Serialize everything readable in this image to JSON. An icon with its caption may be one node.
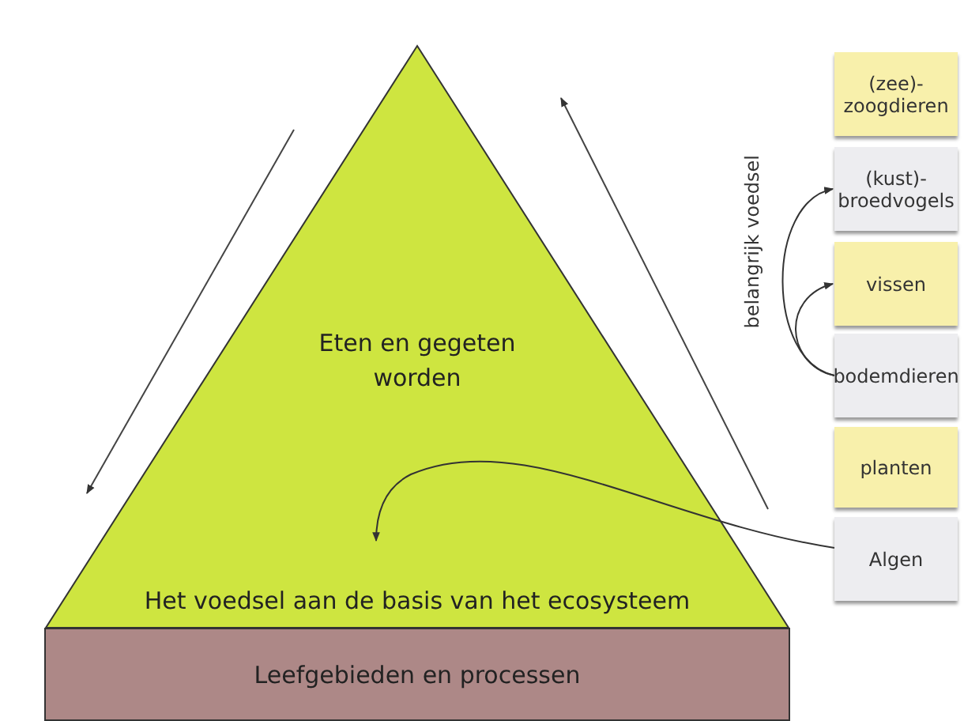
{
  "diagram": {
    "nodes": [
      {
        "text": [
          "Eten en gegeten worden",
          "Het voedsel aan de basis van het ecosysteem"
        ]
      },
      {
        "text": [
          "Leefgebieden en processen"
        ]
      },
      {
        "text": [
          "(zee)- zoogdieren"
        ]
      },
      {
        "text": [
          "(kust)- broedvogels"
        ]
      },
      {
        "text": [
          "vissen"
        ]
      },
      {
        "text": [
          "bodemdieren"
        ]
      },
      {
        "text": [
          "planten"
        ]
      },
      {
        "text": [
          "Algen"
        ]
      }
    ],
    "edges": [
      {
        "from": 5,
        "to": 3,
        "arrow": "to"
      },
      {
        "from": 5,
        "to": 4,
        "arrow": "to"
      },
      {
        "from": 7,
        "to": 0,
        "arrow": "to"
      }
    ],
    "labels": [
      "belangrijk voedsel"
    ]
  }
}
